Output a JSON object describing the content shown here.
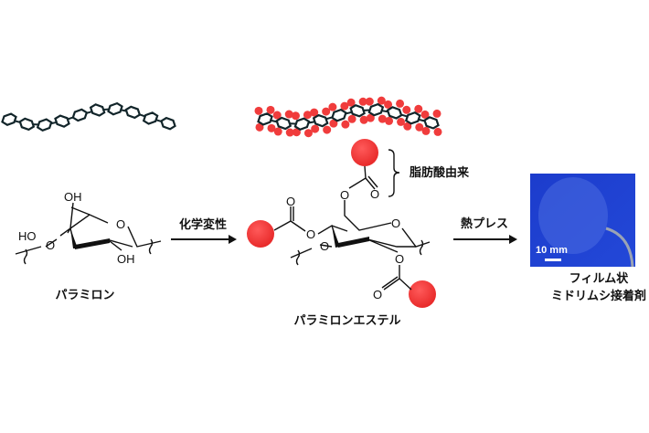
{
  "colors": {
    "ester_group": "#f03c3c",
    "chain": "#12252a",
    "photo_bg": "#1d3fd0"
  },
  "left": {
    "label": "パラミロン",
    "atoms": {
      "oh_top": "OH",
      "ho_left": "HO",
      "o_ring": "O",
      "o_link": "O",
      "oh_bottom": "OH"
    }
  },
  "arrow1": {
    "label": "化学変性"
  },
  "middle": {
    "label": "パラミロンエステル",
    "bracket_label": "脂肪酸由来",
    "atom_o": "O"
  },
  "arrow2": {
    "label": "熱プレス"
  },
  "photo": {
    "scale_label": "10 mm"
  },
  "right": {
    "label_line1": "フィルム状",
    "label_line2": "ミドリムシ接着剤"
  }
}
